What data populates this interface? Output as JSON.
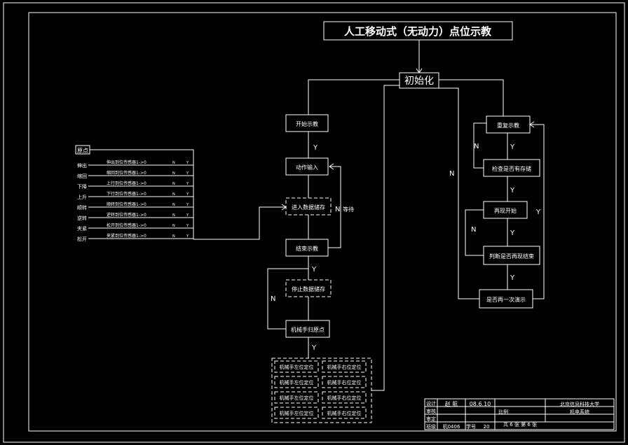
{
  "title": "人工移动式（无动力）点位示教",
  "init": "初始化",
  "center": {
    "start": "开始示教",
    "action_input": "动作输入",
    "record_dashed": "进入数据储存",
    "wait": "等待",
    "end_teach": "结束示教",
    "stop_dashed": "停止数据储存",
    "manual_origin": "机械手归原点",
    "grid_items": [
      "机械手左位定位",
      "机械手右位定位",
      "机械手左位定位",
      "机械手右位定位",
      "机械手左位定位",
      "机械手右位定位",
      "机械手左位定位",
      "机械手右位定位"
    ]
  },
  "right": {
    "replay": "重复示教",
    "check": "检查是否有存储",
    "confirm": "再现开始",
    "judge": "判断是否再现结束",
    "whole": "是否再一次演示"
  },
  "left": {
    "header": "原点",
    "labels": [
      "伸出",
      "缩回",
      "下降",
      "上升",
      "顺转",
      "逆转",
      "夹紧",
      "松开"
    ],
    "descs": [
      "伸出到位传感器1->0",
      "缩回到位传感器1->0",
      "上行到位传感器1->0",
      "下行到位传感器1->0",
      "顺转到位传感器1->0",
      "逆转到位传感器1->0",
      "松开到位传感器1->0",
      "夹紧到位传感器1->0"
    ]
  },
  "edges": {
    "yes": "Y",
    "no": "N"
  },
  "title_block": {
    "r1": [
      "设计",
      "赵 航",
      "08.6.10",
      "",
      "北京信息科技大学"
    ],
    "r2": [
      "审核",
      "",
      "",
      "比例",
      "",
      "机电系统"
    ],
    "r3": [
      "审定",
      "",
      "",
      "共 6 张  第 6 张"
    ],
    "r4": [
      "班级",
      "机0406",
      "学号",
      "20"
    ]
  }
}
